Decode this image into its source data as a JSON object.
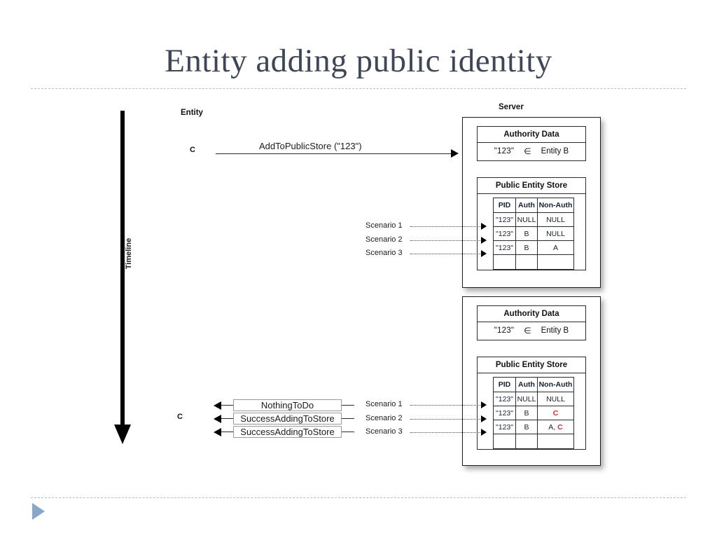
{
  "slide": {
    "title": "Entity adding public identity"
  },
  "timeline": {
    "label": "Timeline"
  },
  "lanes": {
    "entity_label": "Entity",
    "server_label": "Server",
    "actor_top": "C",
    "actor_bottom": "C"
  },
  "request": {
    "label": "AddToPublicStore (\"123\")"
  },
  "table_headers": [
    "PID",
    "Auth",
    "Non-Auth"
  ],
  "panels": {
    "authority_title": "Authority Data",
    "store_title": "Public Entity Store",
    "authority_pid": "\"123\"",
    "authority_member_symbol": "∈",
    "authority_entity": "Entity B"
  },
  "server_top": {
    "rows": [
      {
        "pid": "\"123\"",
        "auth": "NULL",
        "nonauth": "NULL",
        "nonauth_red": ""
      },
      {
        "pid": "\"123\"",
        "auth": "B",
        "nonauth": "NULL",
        "nonauth_red": ""
      },
      {
        "pid": "\"123\"",
        "auth": "B",
        "nonauth": "A",
        "nonauth_red": ""
      }
    ],
    "scenarios": [
      "Scenario 1",
      "Scenario 2",
      "Scenario 3"
    ]
  },
  "server_bottom": {
    "rows": [
      {
        "pid": "\"123\"",
        "auth": "NULL",
        "nonauth": "NULL",
        "nonauth_red": ""
      },
      {
        "pid": "\"123\"",
        "auth": "B",
        "nonauth": "",
        "nonauth_red": "C"
      },
      {
        "pid": "\"123\"",
        "auth": "B",
        "nonauth": "A, ",
        "nonauth_red": "C"
      }
    ],
    "scenarios": [
      "Scenario 1",
      "Scenario 2",
      "Scenario 3"
    ]
  },
  "replies": [
    {
      "label": "NothingToDo"
    },
    {
      "label": "SuccessAddingToStore"
    },
    {
      "label": "SuccessAddingToStore"
    }
  ],
  "colors": {
    "title": "#3f4757",
    "highlight_red": "#e8262c",
    "nav_triangle": "#8aa7c8",
    "rule": "#b9bfcb"
  }
}
